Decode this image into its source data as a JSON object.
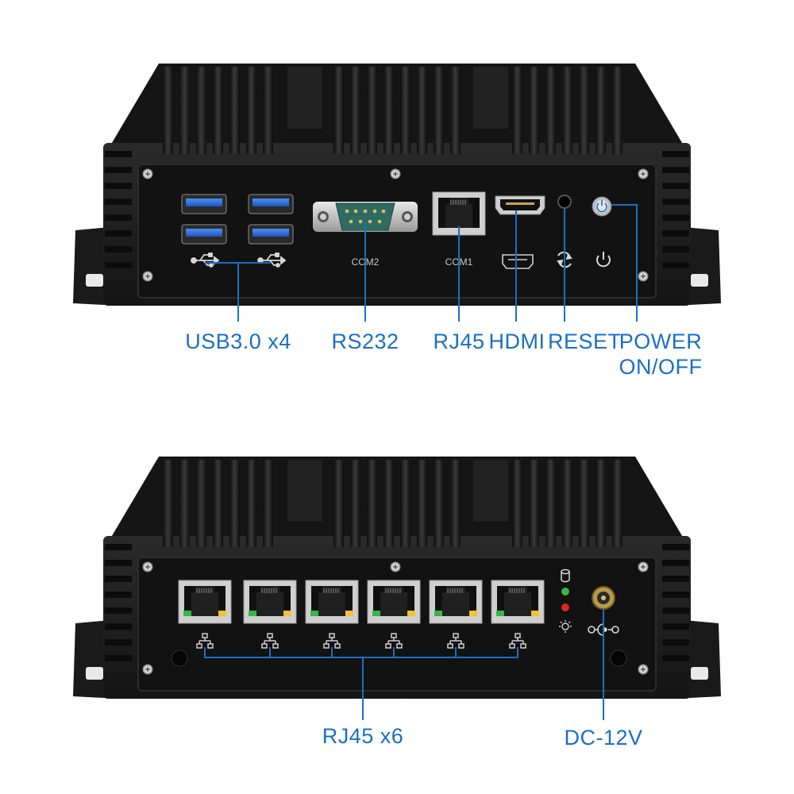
{
  "colors": {
    "callout_line": "#1a6fc4",
    "chassis": "#1b1b1b",
    "panel": "#111111",
    "usb_port": "#2e6bd6",
    "serial_connector": "#2f6b62",
    "led_green": "#39b54a",
    "led_red": "#e0261b",
    "led_yellow": "#f2c230"
  },
  "front": {
    "port_labels": {
      "com2": "COM2",
      "com1": "COM1"
    },
    "callouts": {
      "usb": "USB3.0 x4",
      "rs232": "RS232",
      "rj45": "RJ45",
      "hdmi": "HDMI",
      "reset": "RESET",
      "power_line1": "POWER",
      "power_line2": "ON/OFF"
    },
    "icons": [
      "usb-icon",
      "usb-icon",
      "hdmi-icon",
      "reset-icon",
      "power-icon"
    ]
  },
  "back": {
    "callouts": {
      "lan": "RJ45 x6",
      "dc": "DC-12V"
    },
    "lan_port_count": 6,
    "icons": [
      "network-icon",
      "storage-icon",
      "led-indicator-icon",
      "power-led-icon",
      "dc-polarity-icon"
    ]
  }
}
